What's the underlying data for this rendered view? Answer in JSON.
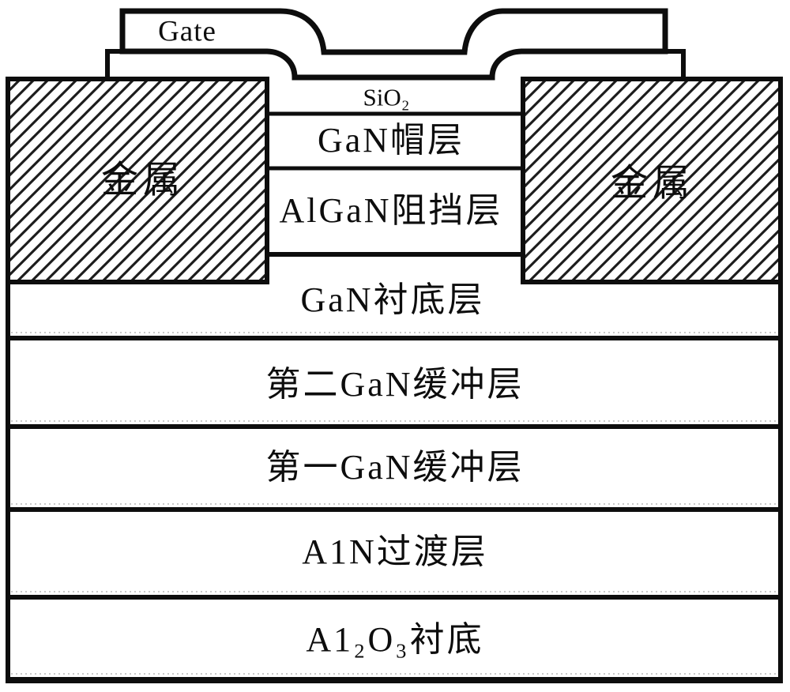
{
  "figure": {
    "title": "GaN HEMT device cross-section diagram",
    "gate": {
      "label": "Gate"
    },
    "passivation": {
      "label": "SiO₂"
    },
    "contacts": {
      "left_label": "金属",
      "right_label": "金属"
    },
    "mesa_layers": [
      {
        "label": "GaN帽层"
      },
      {
        "label": "AlGaN阻挡层"
      }
    ],
    "stack_layers": [
      {
        "label": "GaN衬底层"
      },
      {
        "label": "第二GaN缓冲层"
      },
      {
        "label": "第一GaN缓冲层"
      },
      {
        "label": "A1N过渡层"
      },
      {
        "label": "A1₂O₃衬底"
      }
    ],
    "colors": {
      "line": "#0d0d0d",
      "hatch": "#1c1c1c",
      "background": "#ffffff",
      "artifact_dots": "#c9c9c9"
    }
  }
}
